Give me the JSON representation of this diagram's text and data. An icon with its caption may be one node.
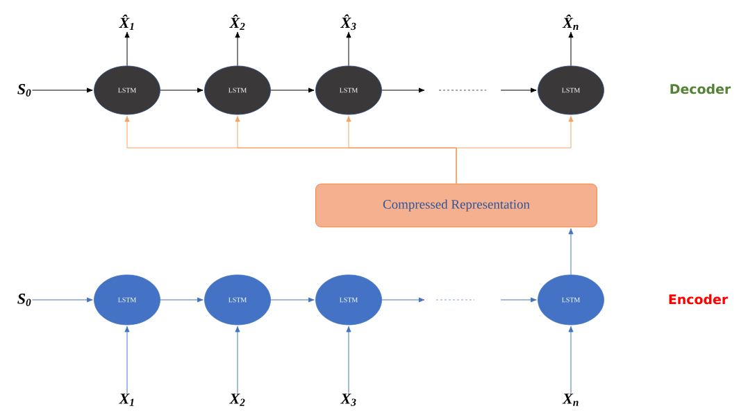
{
  "diagram": {
    "nodes": [
      {
        "text": [
          "S$_{0}$"
        ]
      },
      {
        "text": [
          "LSTM"
        ]
      },
      {
        "text": [
          "LSTM"
        ]
      },
      {
        "text": [
          "LSTM"
        ]
      },
      {
        "text": [
          "LSTM"
        ]
      },
      {
        "text": [
          "X̂$_{1}$"
        ]
      },
      {
        "text": [
          "X̂$_{2}$"
        ]
      },
      {
        "text": [
          "X̂$_{3}$"
        ]
      },
      {
        "text": [
          "X̂$_{n}$"
        ]
      },
      {
        "text": [
          "Compressed Representation"
        ]
      },
      {
        "text": [
          "S$_{0}$"
        ]
      },
      {
        "text": [
          "LSTM"
        ]
      },
      {
        "text": [
          "LSTM"
        ]
      },
      {
        "text": [
          "LSTM"
        ]
      },
      {
        "text": [
          "LSTM"
        ]
      },
      {
        "text": [
          "X$_{1}$"
        ]
      },
      {
        "text": [
          "X$_{2}$"
        ]
      },
      {
        "text": [
          "X$_{3}$"
        ]
      },
      {
        "text": [
          "X$_{n}$"
        ]
      }
    ],
    "edges": [
      {
        "from": 0,
        "to": 1,
        "arrow": "to",
        "color": "#000000"
      },
      {
        "from": 1,
        "to": 2,
        "arrow": "to",
        "color": "#000000"
      },
      {
        "from": 2,
        "to": 3,
        "arrow": "to",
        "color": "#000000"
      },
      {
        "from": 3,
        "to": null,
        "arrow": "to",
        "color": "#000000"
      },
      {
        "from": null,
        "to": 4,
        "arrow": "to",
        "color": "#000000"
      },
      {
        "from": 1,
        "to": 5,
        "arrow": "to",
        "color": "#000000"
      },
      {
        "from": 2,
        "to": 6,
        "arrow": "to",
        "color": "#000000"
      },
      {
        "from": 3,
        "to": 7,
        "arrow": "to",
        "color": "#000000"
      },
      {
        "from": 4,
        "to": 8,
        "arrow": "to",
        "color": "#000000"
      },
      {
        "from": 9,
        "to": 1,
        "arrow": "to",
        "color": "#f4a366"
      },
      {
        "from": 9,
        "to": 2,
        "arrow": "to",
        "color": "#f4a366"
      },
      {
        "from": 9,
        "to": 3,
        "arrow": "to",
        "color": "#f4a366"
      },
      {
        "from": 9,
        "to": 4,
        "arrow": "to",
        "color": "#f4a366"
      },
      {
        "from": 10,
        "to": 11,
        "arrow": "to"
      },
      {
        "from": 11,
        "to": 12,
        "arrow": "to"
      },
      {
        "from": 12,
        "to": 13,
        "arrow": "to"
      },
      {
        "from": 13,
        "to": null,
        "arrow": "to"
      },
      {
        "from": null,
        "to": 14,
        "arrow": "to"
      },
      {
        "from": 15,
        "to": 11,
        "arrow": "to"
      },
      {
        "from": 16,
        "to": 12,
        "arrow": "to"
      },
      {
        "from": 17,
        "to": 13,
        "arrow": "to"
      },
      {
        "from": 18,
        "to": 14,
        "arrow": "to"
      },
      {
        "from": 14,
        "to": 9,
        "arrow": "to"
      }
    ],
    "labels": [
      "Decoder",
      "Encoder"
    ]
  }
}
